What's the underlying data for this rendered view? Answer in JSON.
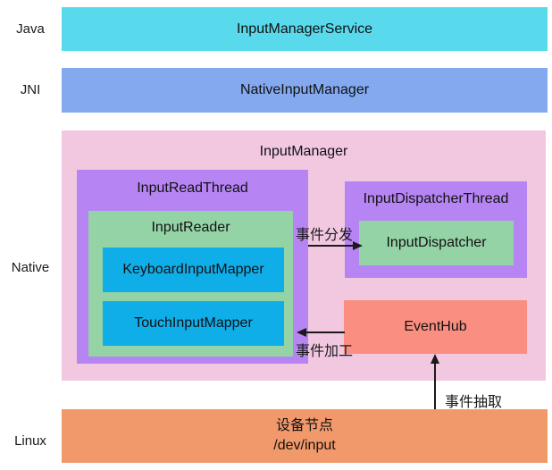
{
  "layers": {
    "java": {
      "label": "Java"
    },
    "jni": {
      "label": "JNI"
    },
    "native": {
      "label": "Native"
    },
    "linux": {
      "label": "Linux"
    }
  },
  "nodes": {
    "input_manager_service": {
      "label": "InputManagerService",
      "color": "#58d9ec"
    },
    "native_input_manager": {
      "label": "NativeInputManager",
      "color": "#84a9ef"
    },
    "input_manager": {
      "label": "InputManager",
      "color": "#f1c8e0"
    },
    "input_read_thread": {
      "label": "InputReadThread",
      "color": "#b685f3"
    },
    "input_reader": {
      "label": "InputReader",
      "color": "#94d3a5"
    },
    "keyboard_input_mapper": {
      "label": "KeyboardInputMapper",
      "color": "#10aee9"
    },
    "touch_input_mapper": {
      "label": "TouchInputMapper",
      "color": "#10aee9"
    },
    "input_dispatcher_thread": {
      "label": "InputDispatcherThread",
      "color": "#b685f3"
    },
    "input_dispatcher": {
      "label": "InputDispatcher",
      "color": "#94d3a5"
    },
    "event_hub": {
      "label": "EventHub",
      "color": "#fa8e80"
    },
    "device_node": {
      "label_line1": "设备节点",
      "label_line2": "/dev/input",
      "color": "#f2996c"
    }
  },
  "arrows": {
    "dispatch": {
      "label": "事件分发",
      "from": "InputReadThread",
      "to": "InputDispatcher"
    },
    "process": {
      "label": "事件加工",
      "from": "EventHub",
      "to": "InputReadThread"
    },
    "extract": {
      "label": "事件抽取",
      "from": "设备节点 /dev/input",
      "to": "EventHub"
    }
  },
  "colors": {
    "background": "#ffffff",
    "text": "#1a1a1a",
    "arrow": "#1a1a1a"
  }
}
